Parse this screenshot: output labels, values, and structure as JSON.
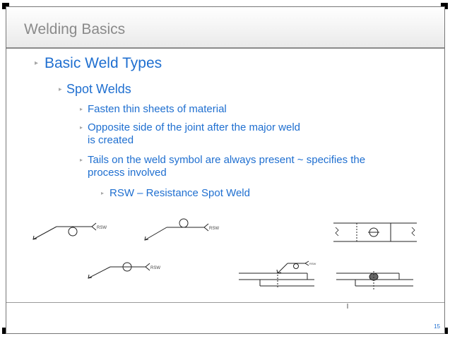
{
  "slide": {
    "title": "Welding Basics",
    "heading": "Basic Weld Types",
    "subheading": "Spot Welds",
    "bullets": [
      "Fasten thin sheets of material",
      "Opposite side of the joint after the major weld",
      "is created",
      "Tails on the weld symbol are always present ~ specifies the",
      "process involved"
    ],
    "sub_bullet": "RSW – Resistance Spot Weld",
    "page_number": "15",
    "symbol_tail_text": "RSW",
    "bullet_marker": "▸",
    "accent_color": "#1f6fd0"
  }
}
